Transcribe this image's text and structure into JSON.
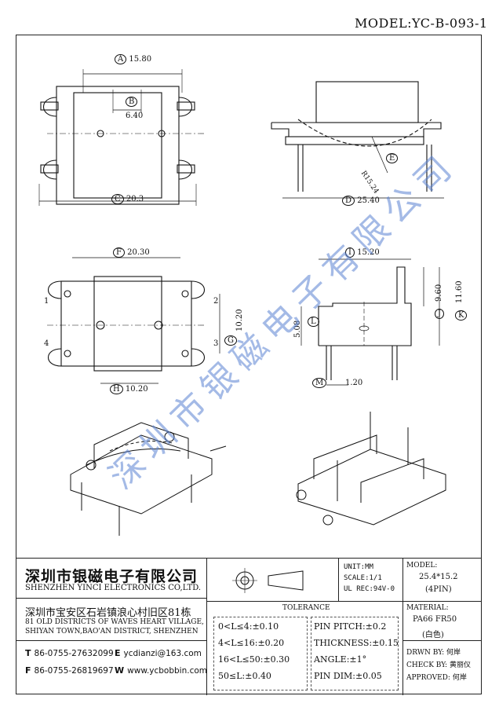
{
  "model": "MODEL:YC-B-093-1",
  "dims": {
    "a": "15.80",
    "b": "6.40",
    "c": "20.3",
    "d": "25.40",
    "e": "R15.24",
    "f": "20.30",
    "g": "10.20",
    "h": "10.20",
    "i": "15.20",
    "j": "9.60",
    "k": "11.60",
    "l": "5.08",
    "m": "1.20"
  },
  "labels": {
    "A": "A",
    "B": "B",
    "C": "C",
    "D": "D",
    "E": "E",
    "F": "F",
    "G": "G",
    "H": "H",
    "I": "I",
    "J": "J",
    "K": "K",
    "L": "L",
    "M": "M"
  },
  "pins": [
    "1",
    "2",
    "3",
    "4"
  ],
  "watermark": "深圳市银磁电子有限公司",
  "company": {
    "name_cn": "深圳市银磁电子有限公司",
    "name_en": "SHENZHEN YINCI ELECTRONICS CO,LTD.",
    "address_cn": "深圳市宝安区石岩镇浪心村旧区81栋",
    "address_en_1": "81 OLD DISTRICTS OF WAVES HEART VILLAGE,",
    "address_en_2": "SHIYAN TOWN,BAO'AN DISTRICT, SHENZHEN",
    "tel_key": "T",
    "tel": "86-0755-27632099",
    "email_key": "E",
    "email": "ycdianzi@163.com",
    "fax_key": "F",
    "fax": "86-0755-26819697",
    "web_key": "W",
    "web": "www.ycbobbin.com"
  },
  "specs": {
    "unit": "UNIT:MM",
    "scale": "SCALE:1/1",
    "ul": "UL REC:94V-0"
  },
  "model_box": {
    "label": "MODEL:",
    "size": "25.4*15.2",
    "pins": "(4PIN)"
  },
  "material_box": {
    "label": "MATERIAL:",
    "material": "PA66 FR50",
    "color": "(白色)"
  },
  "tolerance": {
    "title": "TOLERANCE",
    "left": [
      "0<L≤4:±0.10",
      "4<L≤16:±0.20",
      "16<L≤50:±0.30",
      "50≤L:±0.40"
    ],
    "right": [
      "PIN PITCH:±0.2",
      "THICKNESS:±0.15",
      "ANGLE:±1°",
      "PIN DIM:±0.05"
    ]
  },
  "signoff": {
    "drawn_label": "DRWN BY:",
    "drawn": "何岸",
    "check_label": "CHECK BY:",
    "check": "黄丽仪",
    "approved_label": "APPROVED:",
    "approved": "何岸"
  }
}
